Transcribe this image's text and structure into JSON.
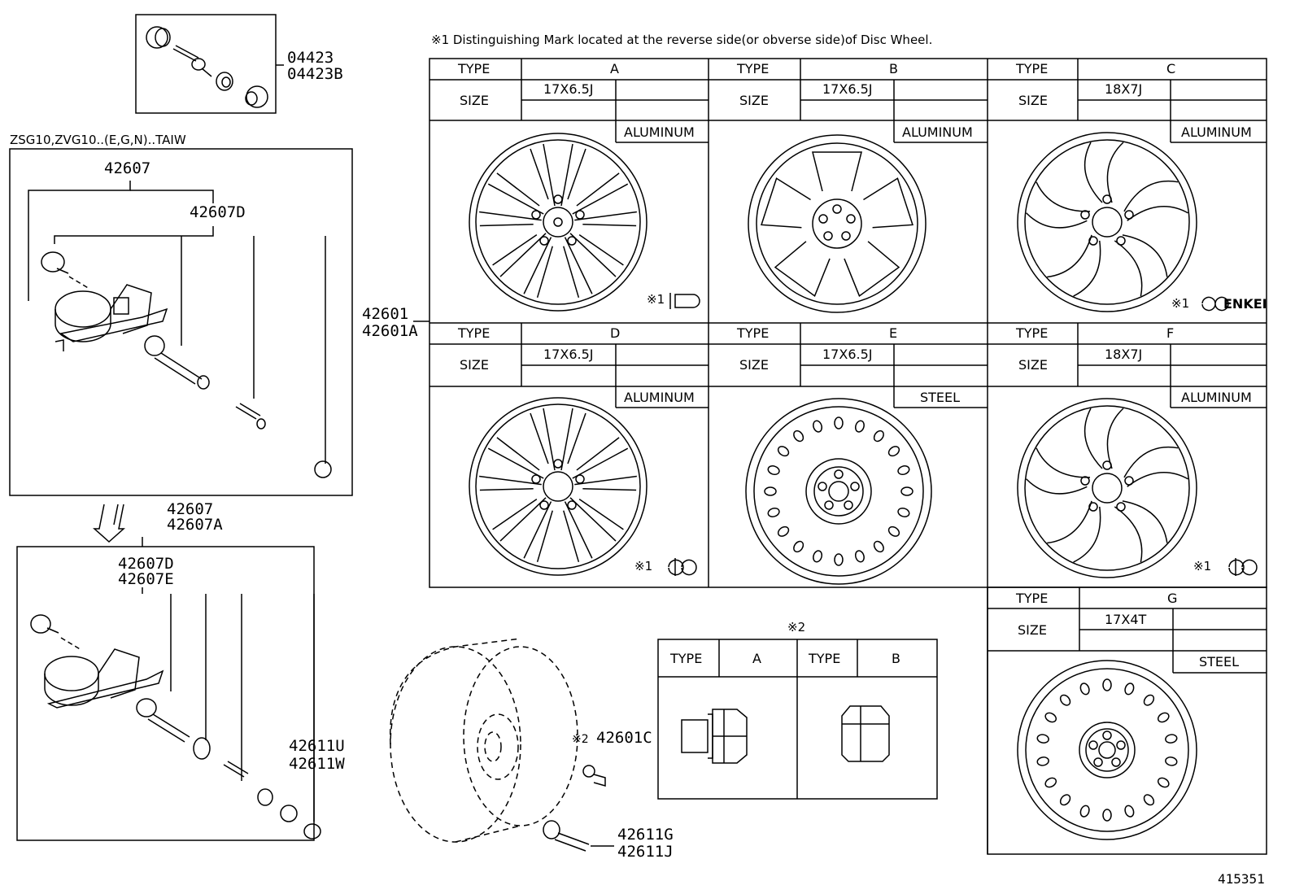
{
  "note_top": "※1 Distinguishing Mark located at the reverse side(or obverse side)of Disc Wheel.",
  "model_label": "ZSG10,ZVG10..(E,G,N)..TAIW",
  "figure_id": "415351",
  "part_numbers": {
    "p04423": "04423",
    "p04423B": "04423B",
    "p42607_top": "42607",
    "p42607D_top": "42607D",
    "p42607_mid": "42607",
    "p42607A": "42607A",
    "p42607D_bot": "42607D",
    "p42607E": "42607E",
    "p42611U": "42611U",
    "p42611W": "42611W",
    "p42601": "42601",
    "p42601A": "42601A",
    "p42601C": "42601C",
    "p42601C_mark": "※2",
    "p42611G": "42611G",
    "p42611J": "42611J"
  },
  "wheel_table": {
    "type_header": "TYPE",
    "size_header": "SIZE",
    "cells": [
      {
        "type": "A",
        "size": "17X6.5J",
        "material": "ALUMINUM",
        "mark": "※1"
      },
      {
        "type": "B",
        "size": "17X6.5J",
        "material": "ALUMINUM",
        "mark": ""
      },
      {
        "type": "C",
        "size": "18X7J",
        "material": "ALUMINUM",
        "mark": "※1",
        "mark_text": "ENKEI"
      },
      {
        "type": "D",
        "size": "17X6.5J",
        "material": "ALUMINUM",
        "mark": "※1"
      },
      {
        "type": "E",
        "size": "17X6.5J",
        "material": "STEEL",
        "mark": ""
      },
      {
        "type": "F",
        "size": "18X7J",
        "material": "ALUMINUM",
        "mark": "※1"
      },
      {
        "type": "G",
        "size": "17X4T",
        "material": "STEEL",
        "mark": ""
      }
    ]
  },
  "nut_table": {
    "note": "※2",
    "type_header": "TYPE",
    "types": [
      "A",
      "B"
    ]
  }
}
